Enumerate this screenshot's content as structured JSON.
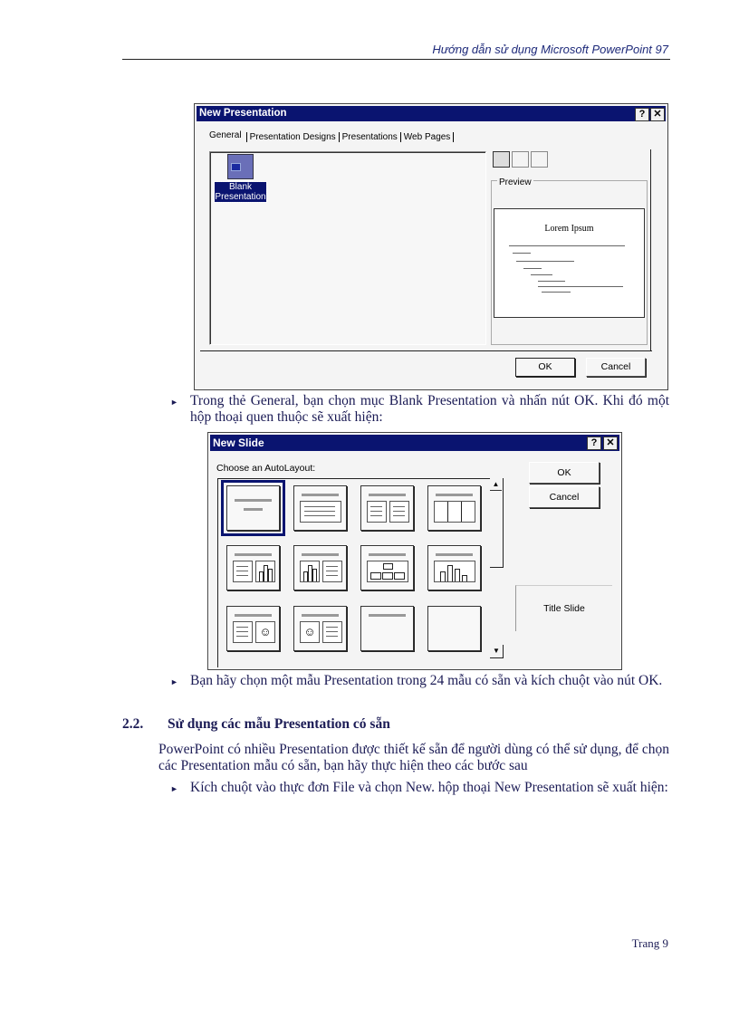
{
  "header": {
    "title": "Hướng dẫn sử dụng Microsoft PowerPoint 97"
  },
  "dialog_new_presentation": {
    "title": "New Presentation",
    "help_icon": "?",
    "close_icon": "✕",
    "tabs": [
      "General",
      "Presentation Designs",
      "Presentations",
      "Web Pages"
    ],
    "active_tab": "General",
    "item_label_1": "Blank",
    "item_label_2": "Presentation",
    "preview_label": "Preview",
    "preview_title": "Lorem Ipsum",
    "ok": "OK",
    "cancel": "Cancel"
  },
  "bullet1": "Trong thẻ General, bạn chọn mục Blank Presentation và nhấn nút OK. Khi đó một hộp thoại quen thuộc sẽ xuất hiện:",
  "dialog_new_slide": {
    "title": "New Slide",
    "help_icon": "?",
    "close_icon": "✕",
    "choose_label": "Choose an AutoLayout:",
    "ok": "OK",
    "cancel": "Cancel",
    "selected_layout": "Title Slide",
    "layouts": [
      "title-slide",
      "bulleted-list",
      "two-column-text",
      "table",
      "text-and-chart",
      "chart-and-text",
      "org-chart",
      "chart",
      "text-and-clipart",
      "clipart-and-text",
      "title-only",
      "blank"
    ]
  },
  "bullet2": "Bạn hãy chọn một mẫu Presentation trong 24 mẫu có sẵn và kích chuột vào nút OK.",
  "section": {
    "number": "2.2.",
    "title": "Sử dụng các mẫu Presentation có sẵn"
  },
  "paragraph": "PowerPoint có nhiều Presentation được thiết kế sẵn để người dùng có thể sử dụng, để chọn các Presentation mẫu có sẵn, bạn hãy thực hiện theo các bước sau",
  "bullet3": "Kích chuột vào thực đơn File và chọn New. hộp thoại New Presentation sẽ xuất hiện:",
  "footer": {
    "page": "Trang 9"
  },
  "colors": {
    "title_bar": "#0a1470",
    "text": "#1b1b55"
  }
}
